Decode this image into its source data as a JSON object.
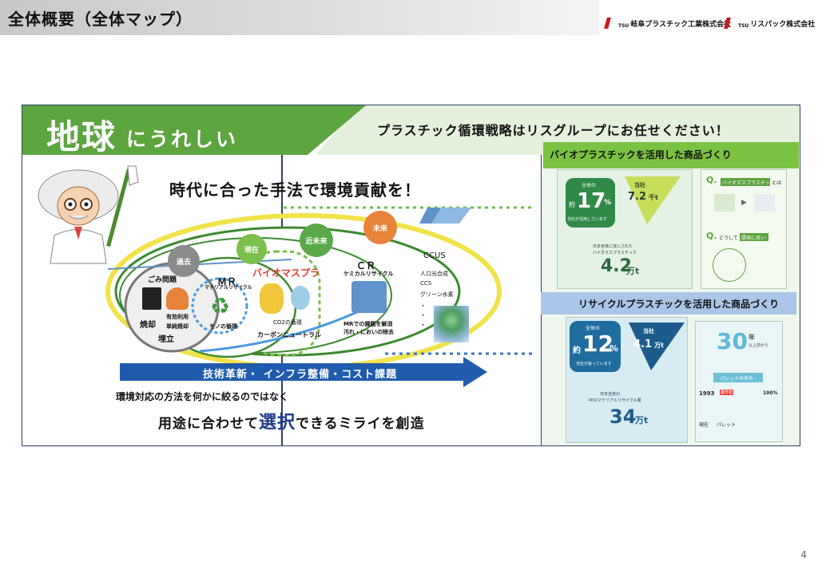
{
  "header": {
    "title": "全体概要（全体マップ）",
    "logo1": {
      "tsu": "TSU",
      "name": "岐阜プラスチック工業株式会社"
    },
    "logo2": {
      "tsu": "TSU",
      "name": "リスパック株式会社"
    }
  },
  "banner": {
    "main": "地球",
    "sub": "にうれしい",
    "strategy": "プラスチック循環戦略はリスグループにお任せください！"
  },
  "headline": "時代に合った手法で環境貢献を！",
  "timeline": {
    "past": "過去",
    "present": "現在",
    "near_future": "近未来",
    "future": "未来"
  },
  "stages": {
    "gomi": {
      "title": "ごみ問題",
      "burn": "焼却",
      "bury": "埋立",
      "use1": "有効利用",
      "use2": "単純焼却"
    },
    "mr": {
      "title": "ＭＲ",
      "subtitle": "マテリアルリサイクル",
      "mono": "モノの循環"
    },
    "bio": {
      "title": "バイオマスプラ",
      "co2": "CO2の循環",
      "carbon": "カーボンニュートラル"
    },
    "cr": {
      "title": "ＣＲ",
      "subtitle": "ケミカルリサイクル",
      "note1": "MRでの課題を解消",
      "note2": "汚れ・においの除去"
    },
    "ccus": {
      "title": "CCUS",
      "item1": "人口光合成",
      "item2": "CCS",
      "item3": "グリーン水素",
      "dots": "・"
    }
  },
  "tech_bar": "技術革新・ インフラ整備・コスト課題",
  "closing": {
    "line1": "環境対応の方法を何かに絞るのではなく",
    "line2a": "用途に合わせて",
    "line2b": "選択",
    "line2c": "できるミライを創造"
  },
  "right": {
    "bio_title": "バイオプラスチックを活用した商品づくり",
    "recycle_title": "リサイクルプラスチックを活用した商品づくり",
    "card1": {
      "label": "全体の",
      "approx": "約",
      "pct": "17",
      "unit": "%",
      "caption": "当社が活用しています",
      "ours_label": "当社",
      "ours_value": "7.2",
      "ours_unit": "千t",
      "total_caption1": "日本全体に流入された",
      "total_caption2": "バイオマスプラスチック",
      "total_value": "4.2",
      "total_unit": "万t"
    },
    "card2": {
      "q1": "Q.",
      "q1_text": "バイオマスプラスチック",
      "q1_tail": "とは",
      "q2": "Q.",
      "q2_text": "どうして",
      "q2_highlight": "環境に良い"
    },
    "card3": {
      "label": "全体の",
      "approx": "約",
      "pct": "12",
      "unit": "%",
      "caption": "当社が扱っています",
      "ours_label": "当社",
      "ours_value": "4.1",
      "ours_unit": "万t",
      "total_caption1": "日本全体の",
      "total_caption2": "PPのマテリアルリサイクル量",
      "total_value": "34",
      "total_unit": "万t"
    },
    "card4": {
      "years": "30",
      "years_unit": "年",
      "years_note": "以上前から",
      "pallet": "パレットの歩み",
      "year": "1993",
      "tag": "業界初",
      "pct": "100%",
      "now": "現在",
      "pallet_word": "パレット"
    }
  },
  "page_number": "4",
  "colors": {
    "brand_green": "#5ca53f",
    "light_green": "#7cc242",
    "navy": "#2d3f66",
    "tech_blue": "#1f5cad",
    "orange": "#e8833a",
    "bio_red": "#e63c2f"
  }
}
